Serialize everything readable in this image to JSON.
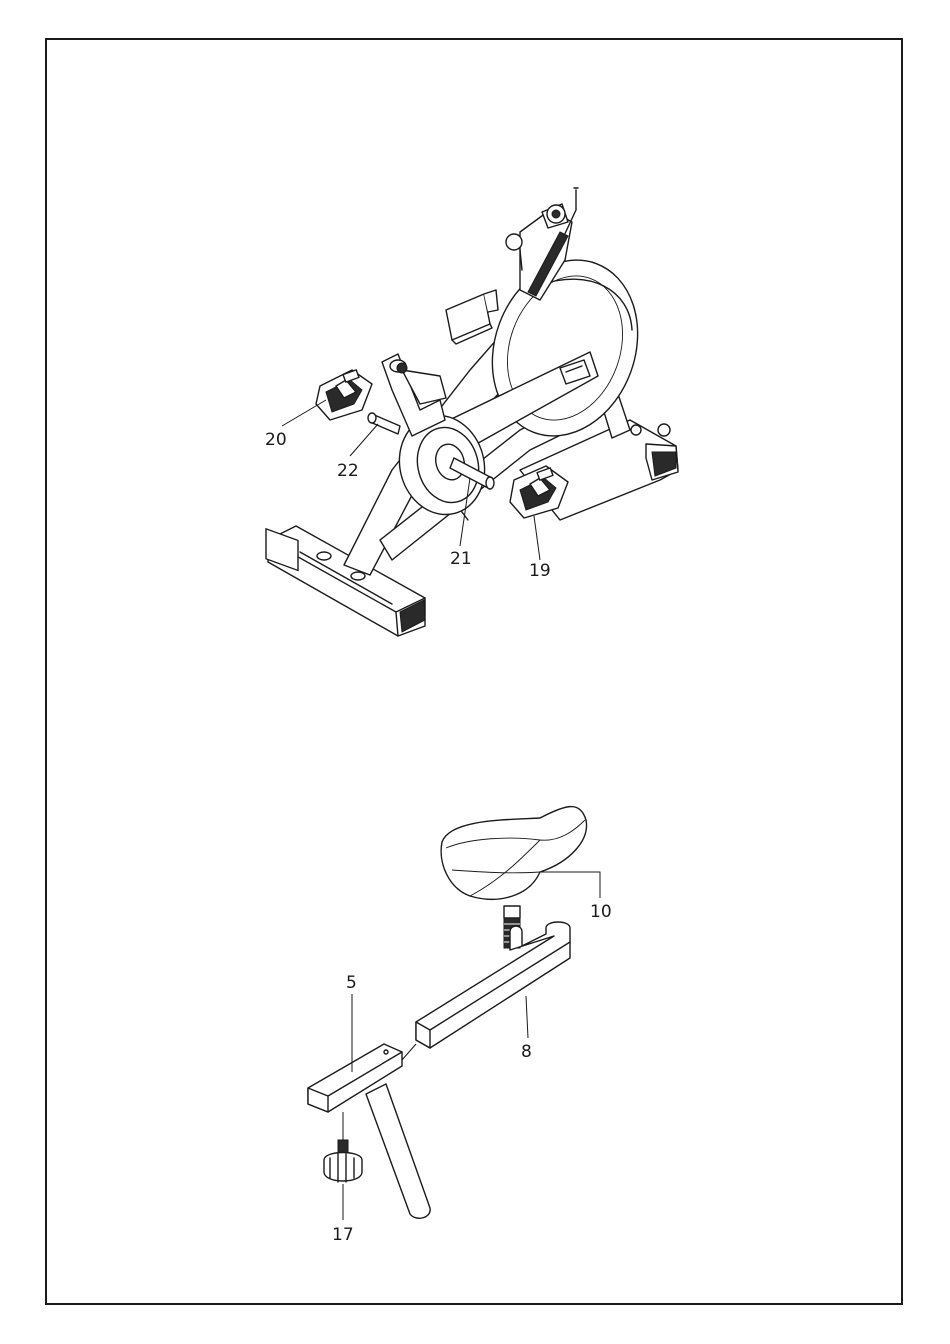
{
  "callouts": {
    "c20": "20",
    "c22": "22",
    "c21": "21",
    "c19": "19",
    "c10": "10",
    "c5": "5",
    "c8": "8",
    "c17": "17"
  }
}
